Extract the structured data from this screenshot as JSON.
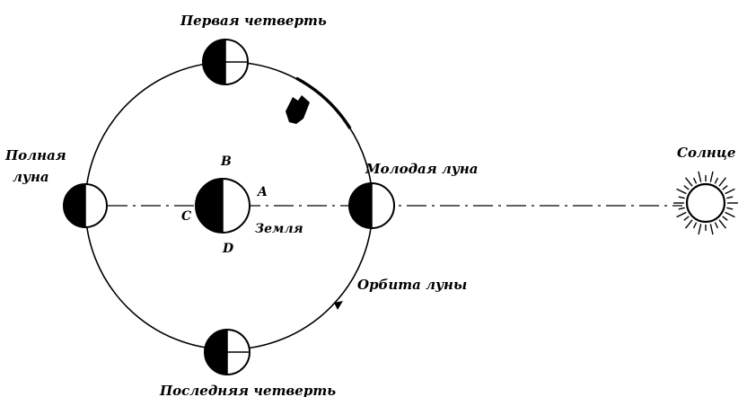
{
  "labels": {
    "first_quarter": "Первая четверть",
    "full_moon_line1": "Полная",
    "full_moon_line2": "луна",
    "new_moon": "Молодая луна",
    "last_quarter": "Последняя четверть",
    "sun": "Солнце",
    "earth": "Земля",
    "point_a": "A",
    "point_b": "B",
    "point_c": "C",
    "point_d": "D",
    "orbit": "Орбита луны"
  },
  "colors": {
    "ink": "#000000",
    "background": "#ffffff"
  }
}
